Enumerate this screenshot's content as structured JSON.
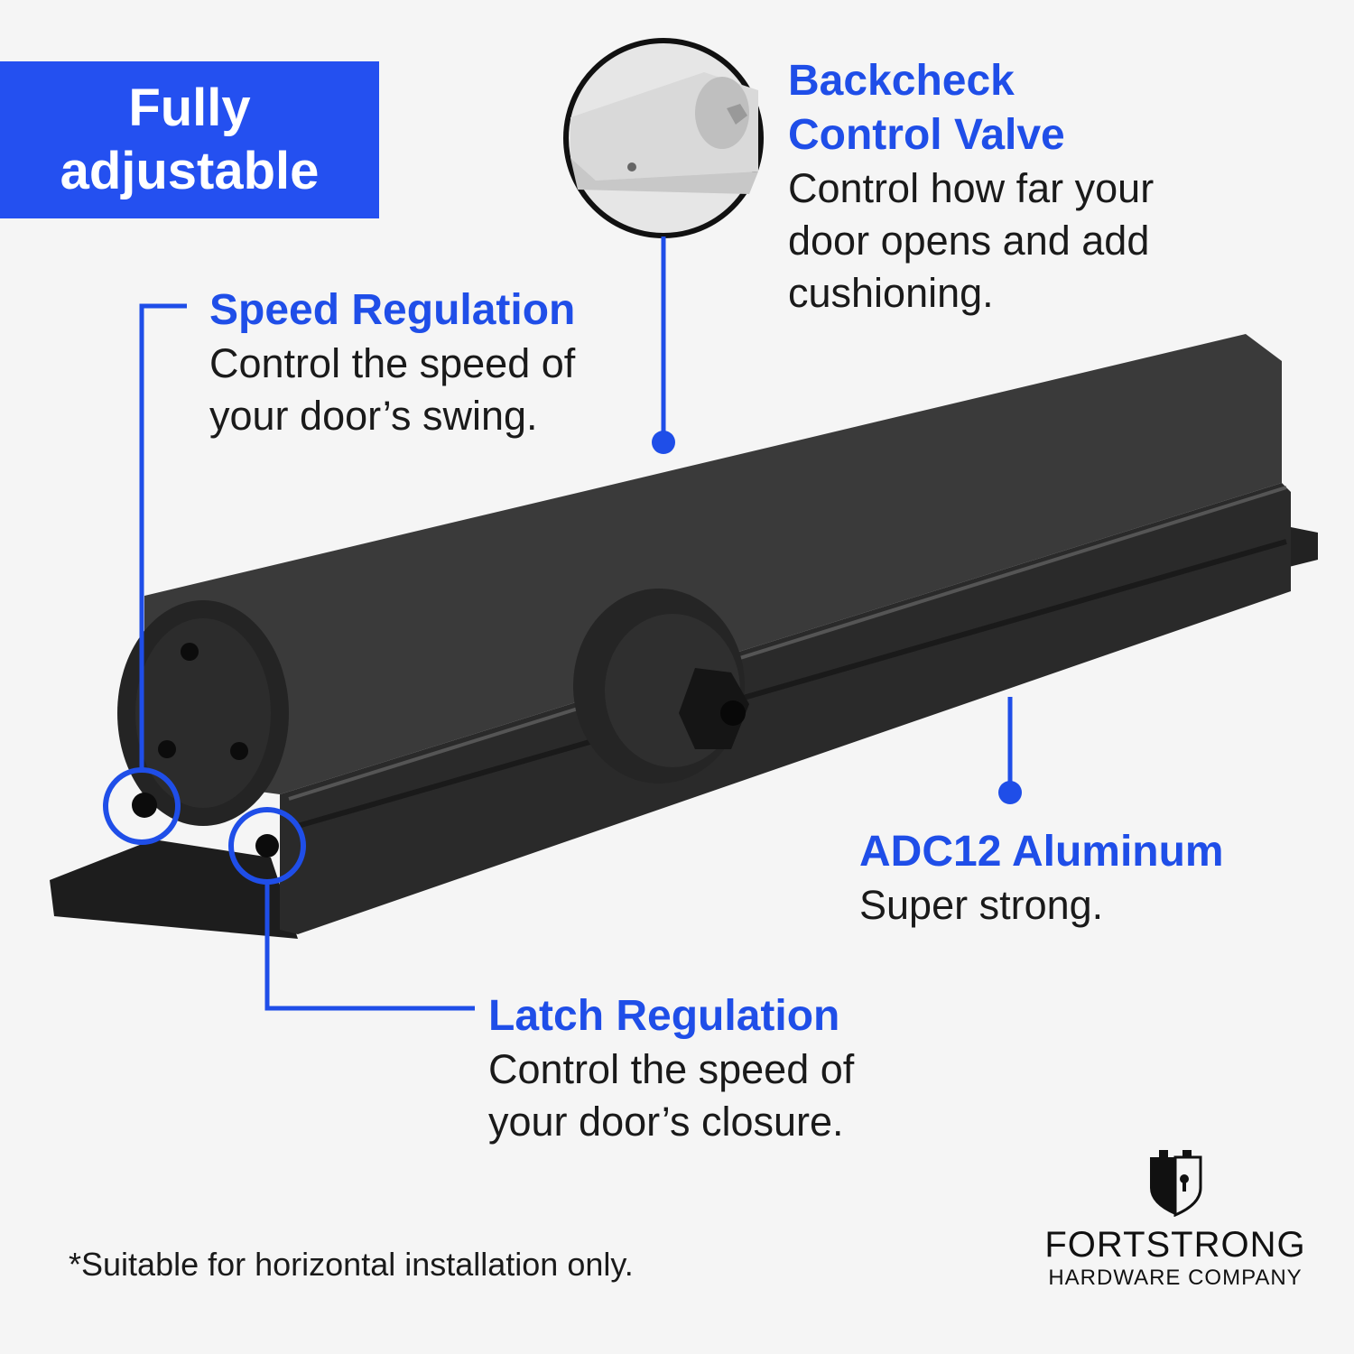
{
  "badge": {
    "line1": "Fully",
    "line2": "adjustable"
  },
  "features": {
    "backcheck": {
      "title_line1": "Backcheck",
      "title_line2": "Control Valve",
      "desc_lines": [
        "Control how far your",
        "door opens and add",
        "cushioning."
      ]
    },
    "speed": {
      "title": "Speed Regulation",
      "desc_lines": [
        "Control the speed of",
        "your door’s swing."
      ]
    },
    "adc": {
      "title": "ADC12 Aluminum",
      "desc_lines": [
        "Super strong."
      ]
    },
    "latch": {
      "title": "Latch Regulation",
      "desc_lines": [
        "Control the speed of",
        "your door’s closure."
      ]
    }
  },
  "footnote": "*Suitable for horizontal installation only.",
  "brand": {
    "name": "FORTSTRONG",
    "sub": "HARDWARE COMPANY",
    "logo_icon": "shield-keyhole-icon"
  },
  "colors": {
    "accent": "#2450f0",
    "title_blue": "#1f4ee8",
    "body": "#1a1a1a",
    "background": "#f5f5f5",
    "product": "#2b2b2b"
  }
}
